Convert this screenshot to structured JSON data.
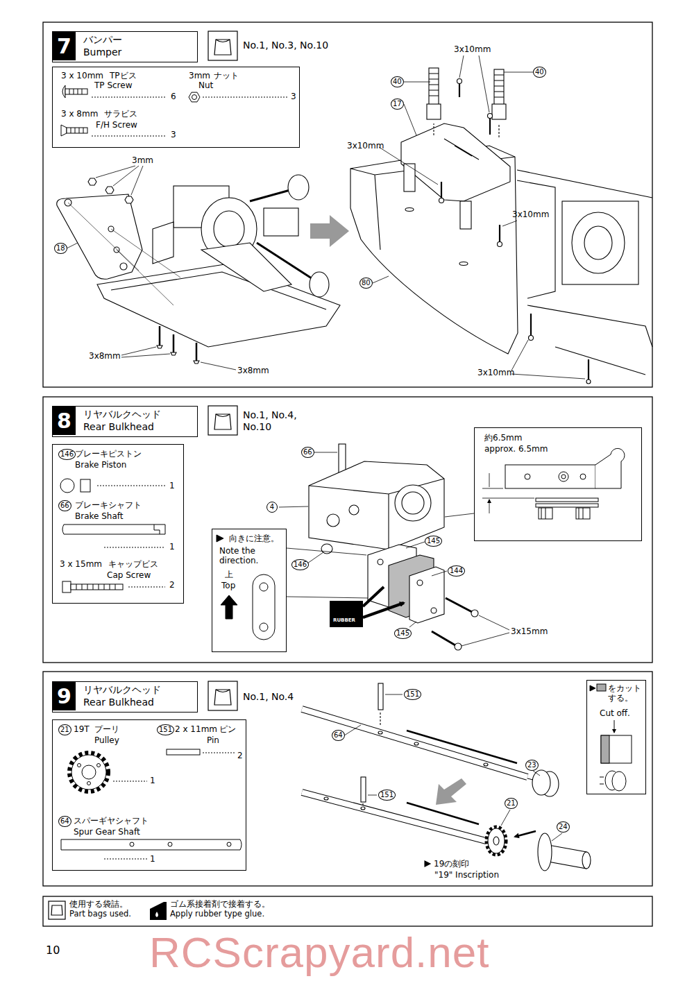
{
  "diagram": {
    "nodes": [
      {
        "text": [
          "7",
          "バンパー",
          "Bumper"
        ]
      },
      {
        "text": [
          "3 x 10mm",
          "TPビス",
          "TP Screw",
          "6",
          "3mm",
          "ナット",
          "Nut",
          "3",
          "3 x 8mm",
          "サラビス",
          "F/H Screw",
          "3"
        ]
      },
      {
        "text": [
          "8",
          "リヤバルクヘッド",
          "Rear Bulkhead"
        ]
      },
      {
        "text": [
          "146",
          "ブレーキピストン",
          "Brake Piston",
          "1",
          "66",
          "ブレーキシャフト",
          "Brake Shaft",
          "1",
          "3 x 15mm",
          "キャップビス",
          "Cap Screw",
          "2"
        ]
      },
      {
        "text": [
          "向きに注意。",
          "Note the direction.",
          "上",
          "Top"
        ]
      },
      {
        "text": [
          "約6.5mm",
          "approx. 6.5mm"
        ]
      },
      {
        "text": [
          "9",
          "リヤバルクヘッド",
          "Rear Bulkhead"
        ]
      },
      {
        "text": [
          "21",
          "19T",
          "プーリ",
          "Pulley",
          "1",
          "151",
          "2 x 11mm",
          "ピン",
          "Pin",
          "2",
          "64",
          "スパーギヤシャフト",
          "Spur Gear Shaft",
          "1"
        ]
      },
      {
        "text": [
          "をカットする。",
          "Cut off."
        ]
      }
    ],
    "labels": [
      "No.1, No.3, No.10",
      "3mm",
      "18",
      "3x8mm",
      "3x8mm",
      "40",
      "3x10mm",
      "40",
      "17",
      "3x10mm",
      "3x10mm",
      "80",
      "3x10mm",
      "No.1, No.4, No.10",
      "66",
      "4",
      "145",
      "144",
      "146",
      "RUBBER",
      "3x15mm",
      "145",
      "No.1, No.4",
      "151",
      "64",
      "23",
      "151",
      "21",
      "24",
      "19の刻印",
      "\"19\" Inscription",
      "10",
      "RCScrapyard.net"
    ],
    "legend": [
      {
        "text": "使用する袋詰。 Part bags used."
      },
      {
        "text": "ゴム系接着剤で接着する。 Apply rubber type glue."
      }
    ]
  }
}
